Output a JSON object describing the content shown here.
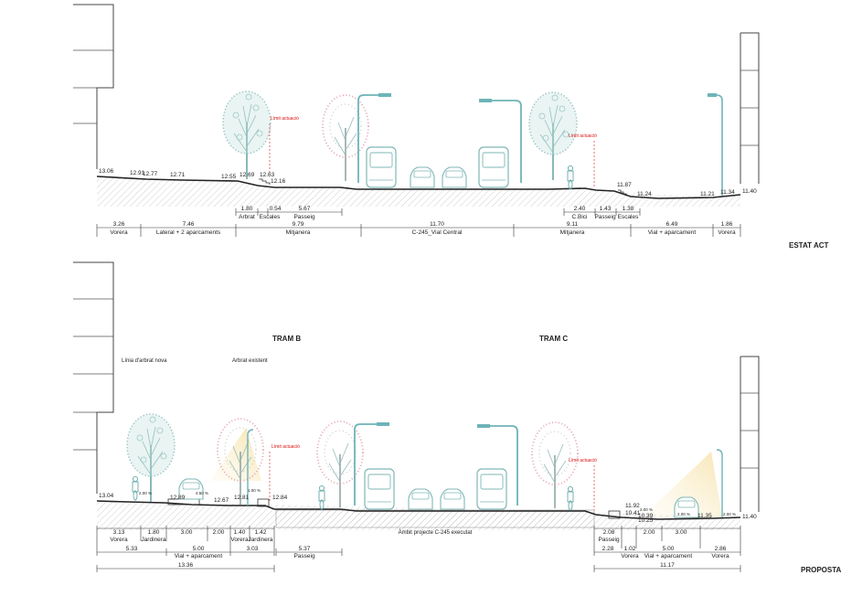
{
  "section_titles": {
    "estat": "ESTAT ACT",
    "proposta": "PROPOSTA",
    "tram_b": "TRAM B",
    "tram_c": "TRAM C"
  },
  "notes": {
    "limit_actuacio": "Límit actuació",
    "linia_arbrat_nova": "Línia d'arbrat nova",
    "arbrat_existent": "Arbrat existent",
    "ambit_projecte": "Àmbit projecte C-245 executat"
  },
  "estat_actual": {
    "levels": [
      "13.06",
      "12.91",
      "12.77",
      "12.71",
      "12.55",
      "12.69",
      "12.63",
      "12.16",
      "11.87",
      "11.24",
      "11.21",
      "11.34",
      "11.40"
    ],
    "row1": [
      "1.80",
      "0.54",
      "5.67",
      "2.40",
      "1.43",
      "1.38"
    ],
    "row1_names": [
      "Arbrat",
      "Escales",
      "Passeig",
      "C.Bici",
      "Passeig",
      "Escales"
    ],
    "row2": [
      "3.26",
      "7.46",
      "9.79",
      "11.70",
      "9.11",
      "6.49",
      "1.86"
    ],
    "row2_names": [
      "Vorera",
      "Lateral + 2 aparcaments",
      "Mitjanera",
      "C-245_Vial Central",
      "Mitjanera",
      "Vial + aparcament",
      "Vorera"
    ]
  },
  "proposta": {
    "levels": [
      "13.04",
      "12.89",
      "12.67",
      "12.81",
      "12.84",
      "11.92",
      "10.41",
      "10.39",
      "10.25",
      "11.35",
      "11.40"
    ],
    "slopes": [
      "2.00 %",
      "4.50 %",
      "1.00 %",
      "2.00 %",
      "2.00 %",
      "2.00 %"
    ],
    "left_row1": [
      "3.13",
      "1.80",
      "3.00",
      "2.00",
      "1.40",
      "1.42"
    ],
    "left_row1_names": [
      "Vorera",
      "Jardinera",
      "Vorera",
      "Jardinera"
    ],
    "left_row2": [
      "5.33",
      "5.00",
      "3.03"
    ],
    "left_row2_names": [
      "Vial + aparcament"
    ],
    "left_total": "13.36",
    "passeig_left": "5.37",
    "passeig_label": "Passeig",
    "right_row1": [
      "2.08",
      "2.28",
      "1.02",
      "2.00",
      "3.00"
    ],
    "right_row1_names": [
      "Passeig"
    ],
    "right_row2": [
      "5.00",
      "2.86"
    ],
    "right_row2_names": [
      "Vorera",
      "Vial + aparcament",
      "Vorera"
    ],
    "right_total": "11.17"
  },
  "colors": {
    "line": "#222222",
    "cyan": "#5fb8bd",
    "tree": "#9dc8c5",
    "tree_pink": "#e3a3ac",
    "red": "#dd1111",
    "lamp_light": "#f6dfa0",
    "hatch": "#b9b9b9"
  }
}
